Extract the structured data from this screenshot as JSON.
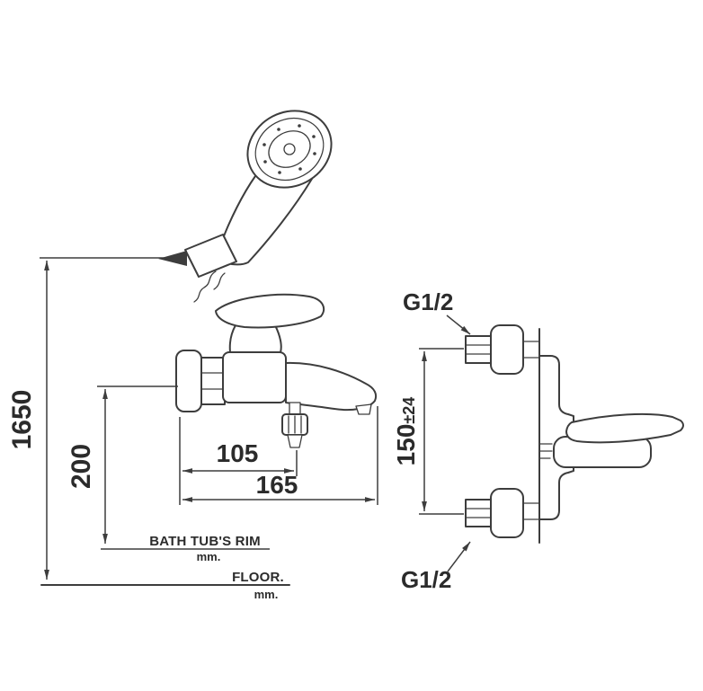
{
  "drawing": {
    "dims": {
      "floor_height": "1650",
      "rim_height": "200",
      "reach_inner": "105",
      "reach_outer": "165",
      "inlet_distance": "150",
      "inlet_tolerance": "±24"
    },
    "labels": {
      "thread_top": "G1/2",
      "thread_bottom": "G1/2",
      "rim": "BATH TUB'S RIM",
      "rim_unit": "mm.",
      "floor": "FLOOR.",
      "floor_unit": "mm."
    },
    "colors": {
      "line": "#3d3d3d",
      "text": "#2b2b2b",
      "background": "#ffffff"
    }
  }
}
